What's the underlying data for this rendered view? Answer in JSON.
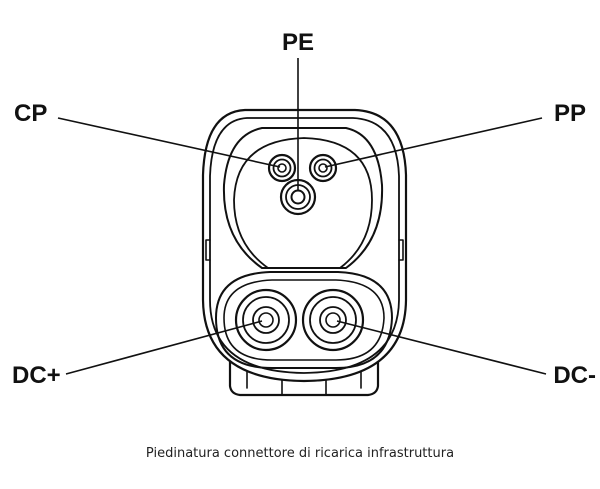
{
  "labels": {
    "pe": "PE",
    "cp": "CP",
    "pp": "PP",
    "dc_plus": "DC+",
    "dc_minus": "DC-"
  },
  "caption": "Piedinatura connettore di ricarica infrastruttura",
  "colors": {
    "stroke": "#111111",
    "background": "#ffffff",
    "caption_text": "#222222"
  }
}
